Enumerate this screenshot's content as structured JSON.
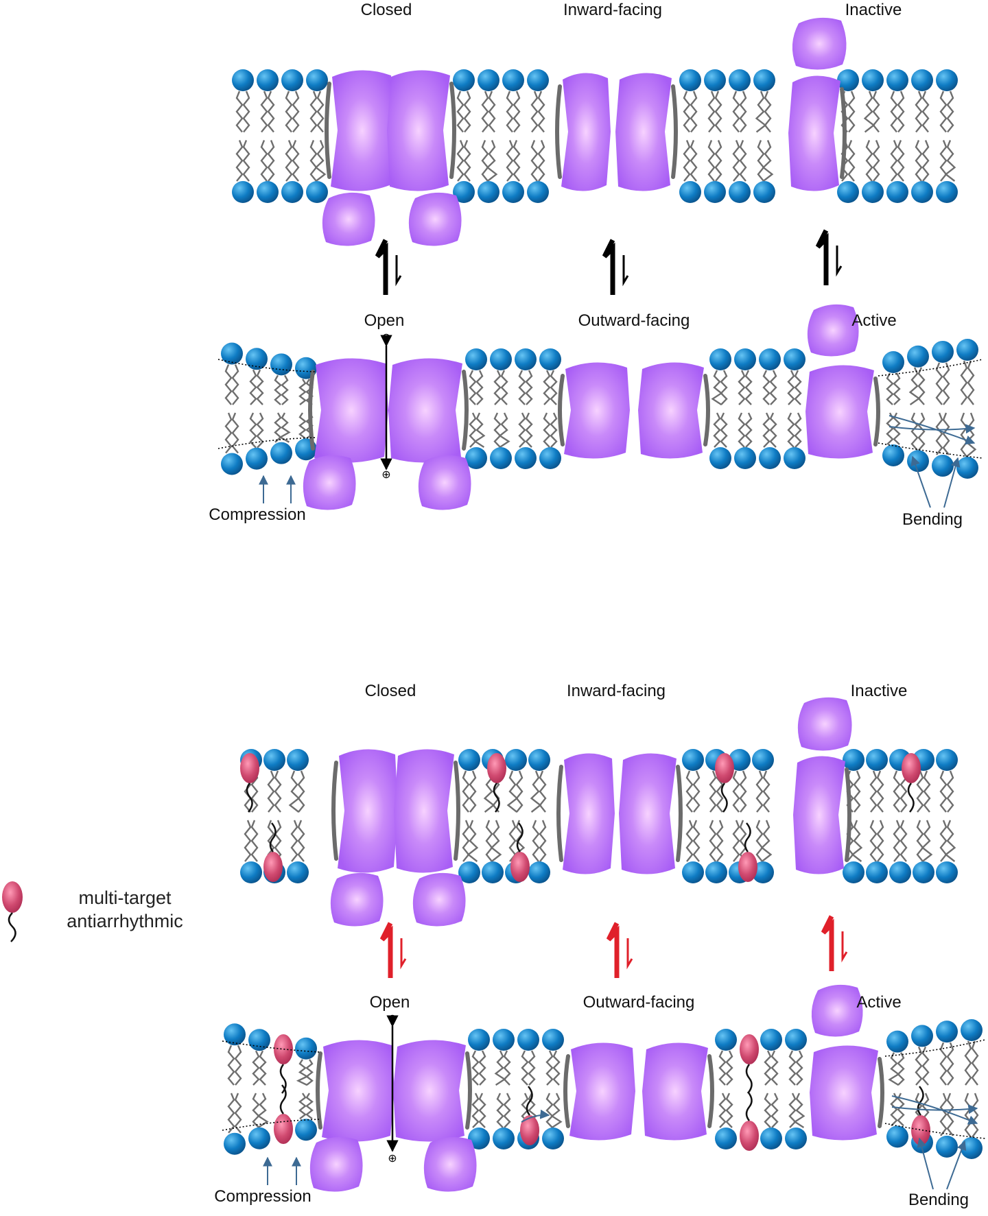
{
  "colors": {
    "protein": "#a85ef5",
    "protein_highlight": "#f7d2ff",
    "head": "#0f7cc4",
    "head_dark": "#0a4f86",
    "tail": "#6e6e6e",
    "drug": "#c43a62",
    "drug_highlight": "#ff9ab6",
    "arrow_top": "#000000",
    "arrow_bottom": "#e0202a",
    "stress_arrow": "#3d6a93",
    "belt": "#6b6b6b"
  },
  "panels": [
    {
      "id": "control",
      "states_top": [
        "Closed",
        "Inward-facing",
        "Inactive"
      ],
      "states_bottom": [
        "Open",
        "Outward-facing",
        "Active"
      ],
      "annotations": {
        "compression": "Compression",
        "bending": "Bending"
      },
      "charge_symbol": "⊕",
      "has_drug": false
    },
    {
      "id": "drug",
      "states_top": [
        "Closed",
        "Inward-facing",
        "Inactive"
      ],
      "states_bottom": [
        "Open",
        "Outward-facing",
        "Active"
      ],
      "annotations": {
        "compression": "Compression",
        "bending": "Bending"
      },
      "charge_symbol": "⊕",
      "has_drug": true
    }
  ],
  "legend": {
    "line1": "multi-target",
    "line2": "antiarrhythmic",
    "icon": "drug-molecule-icon"
  }
}
